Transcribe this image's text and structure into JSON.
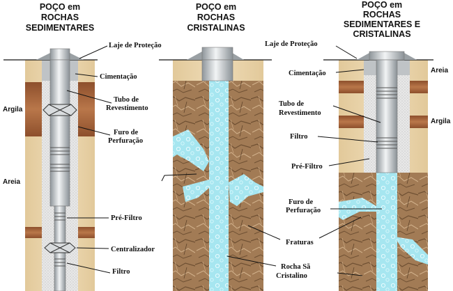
{
  "titles": {
    "left": [
      "POÇO em",
      "ROCHAS",
      "SEDIMENTARES"
    ],
    "middle": [
      "POÇO em",
      "ROCHAS",
      "CRISTALINAS"
    ],
    "right": [
      "POÇO  em",
      "ROCHAS",
      "SEDIMENTARES E",
      "CRISTALINAS"
    ]
  },
  "labels": {
    "laje_left": "Laje de Proteção",
    "cimentacao_left": "Cimentação",
    "tubo_left_1": "Tubo de",
    "tubo_left_2": "Revestimento",
    "furo_left_1": "Furo de",
    "furo_left_2": "Perfuração",
    "argila_left": "Argila",
    "areia_left": "Areia",
    "prefiltro_left": "Pré-Filtro",
    "centralizador_left": "Centralizador",
    "filtro_left": "Filtro",
    "fraturas": "Fraturas",
    "rocha_1": "Rocha Sã",
    "rocha_2": "Cristalino",
    "laje_right": "Laje de Proteção",
    "cimentacao_right": "Cimentação",
    "areia_right": "Areia",
    "tubo_right_1": "Tubo de",
    "tubo_right_2": "Revestimento",
    "argila_right": "Argila",
    "filtro_right": "Filtro",
    "prefiltro_right": "Pré-Filtro",
    "furo_right_1": "Furo de",
    "furo_right_2": "Perfuração"
  },
  "colors": {
    "sand": "#ead7b0",
    "clay": "#a9653a",
    "rock": "#9c7450",
    "water": "#9fe3ee",
    "pipe": "#cfd3d6"
  }
}
